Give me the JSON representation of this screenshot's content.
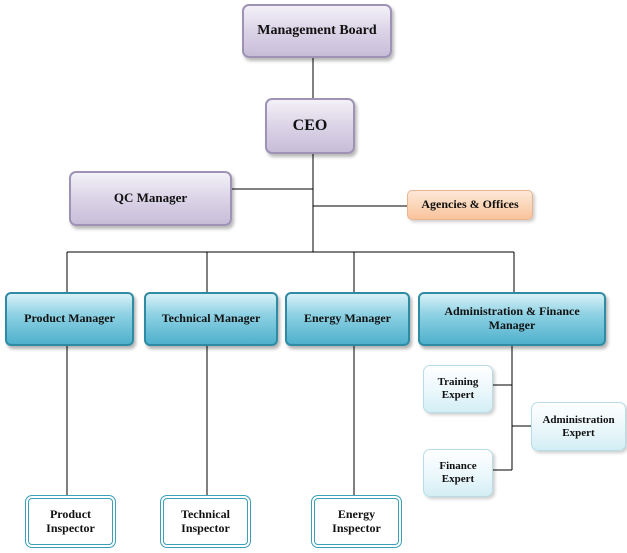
{
  "chart": {
    "nodes": {
      "management_board": "Management Board",
      "ceo": "CEO",
      "qc_manager": "QC Manager",
      "agencies_offices": "Agencies & Offices",
      "product_manager": "Product Manager",
      "technical_manager": "Technical Manager",
      "energy_manager": "Energy Manager",
      "admin_finance_manager": "Administration & Finance Manager",
      "training_expert": "Training Expert",
      "administration_expert": "Administration Expert",
      "finance_expert": "Finance Expert",
      "product_inspector": "Product Inspector",
      "technical_inspector": "Technical Inspector",
      "energy_inspector": "Energy Inspector"
    },
    "colors": {
      "top_level": "#d9d1e6",
      "agencies": "#fbd0ae",
      "managers": "#5db8d1",
      "experts": "#e8f6fa",
      "inspectors_border": "#3a9fb8",
      "connector": "#000000"
    }
  }
}
